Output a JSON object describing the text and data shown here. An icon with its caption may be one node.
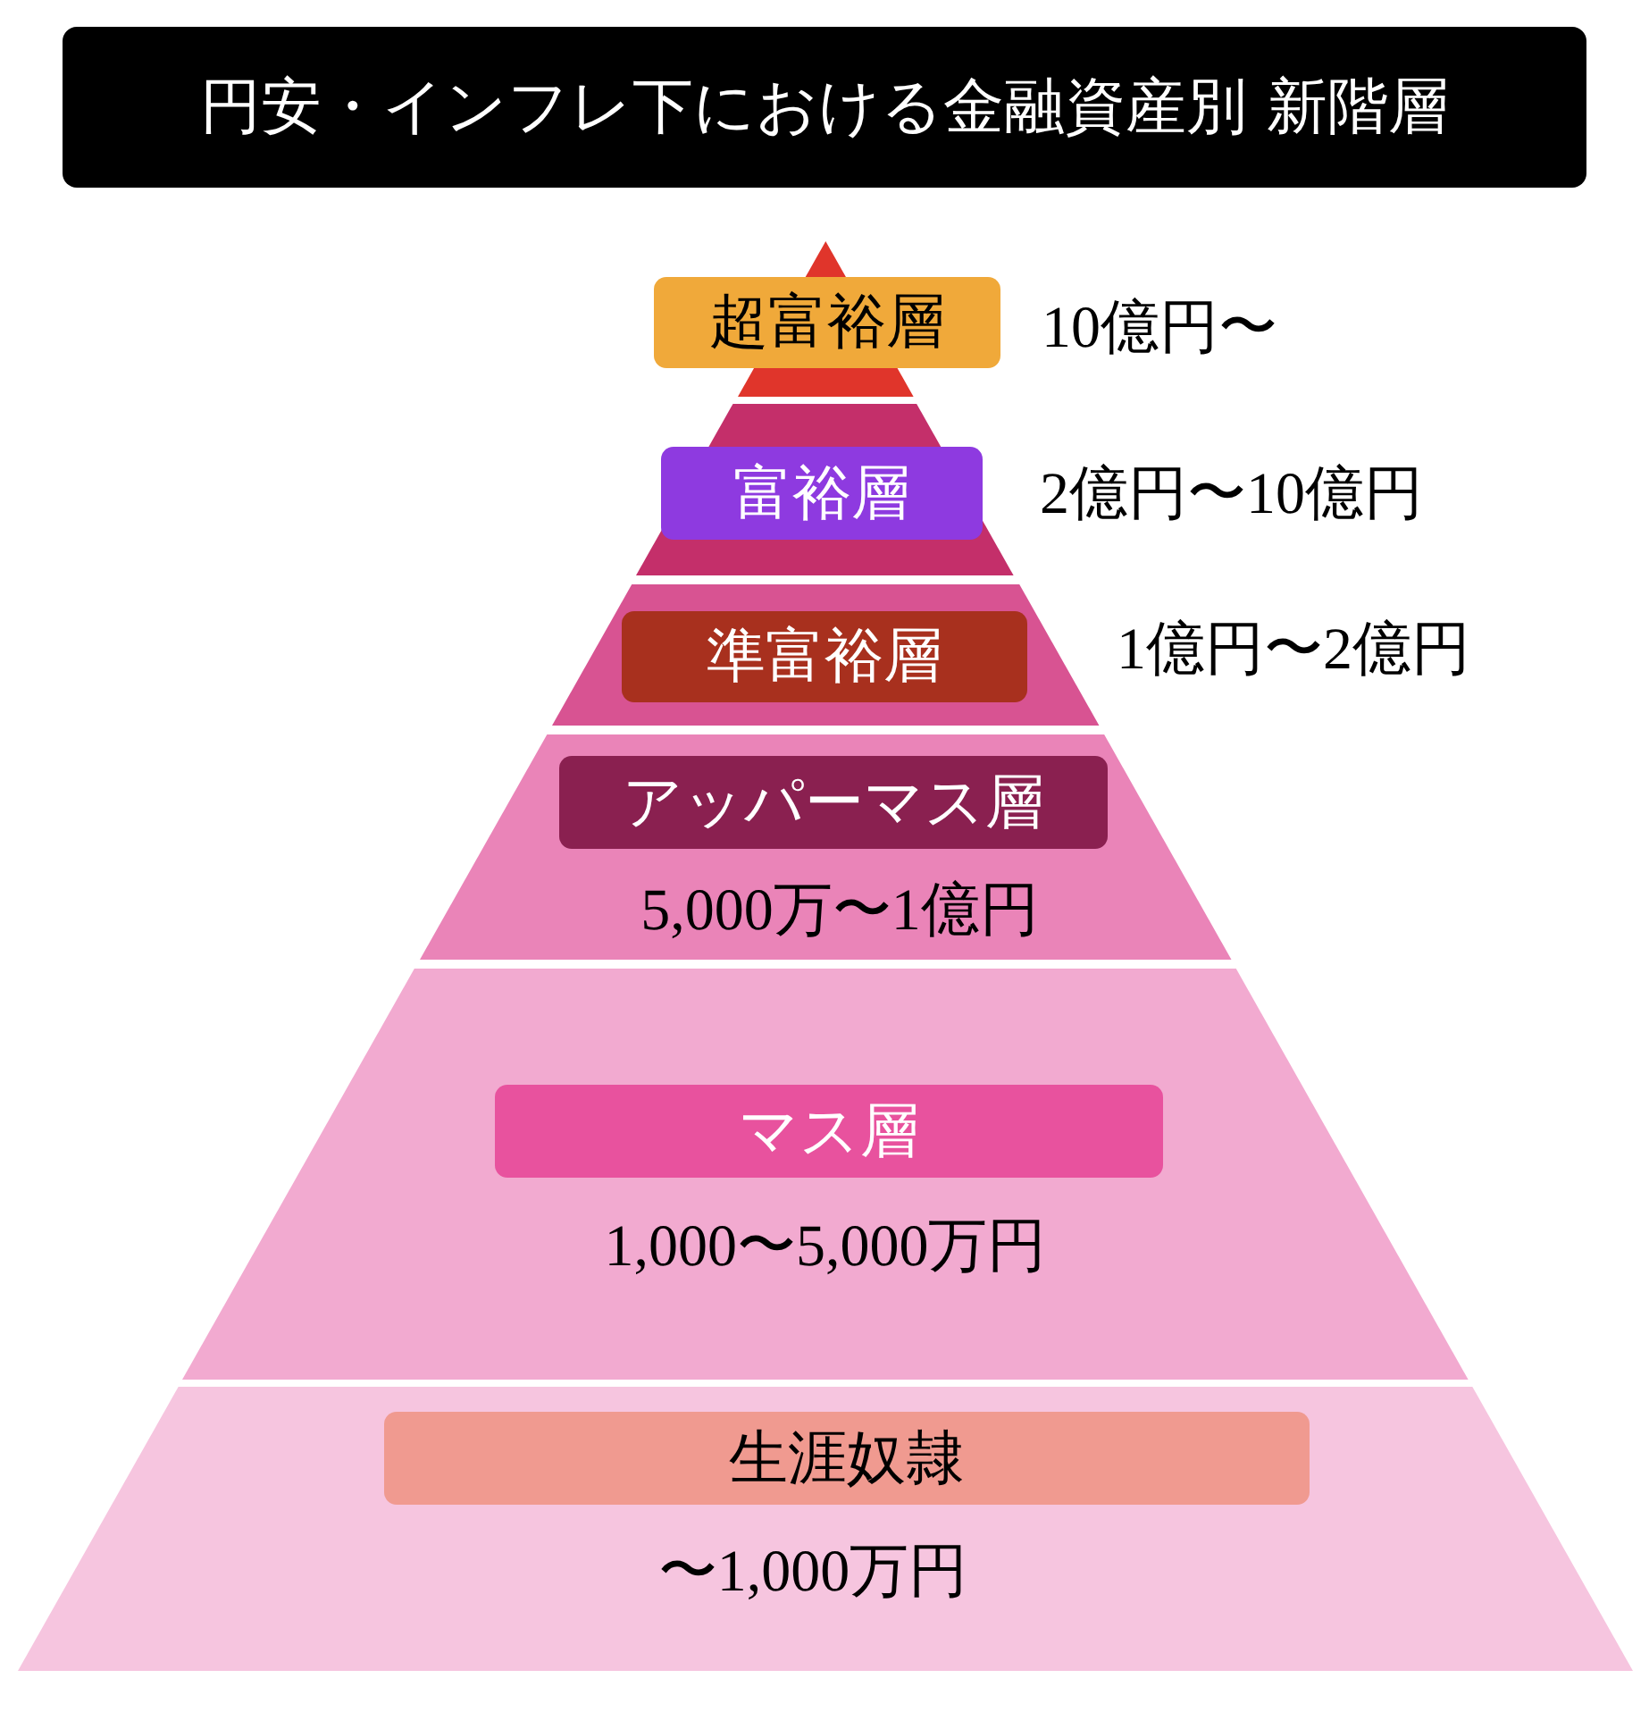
{
  "diagram": {
    "title": "円安・インフレ下における金融資産別 新階層",
    "nodes": [
      {
        "text": [
          "超富裕層"
        ],
        "beside": [
          "10億円〜"
        ]
      },
      {
        "text": [
          "富裕層"
        ],
        "beside": [
          "2億円〜10億円"
        ]
      },
      {
        "text": [
          "準富裕層"
        ],
        "beside": [
          "1億円〜2億円"
        ]
      },
      {
        "text": [
          "アッパーマス層",
          "5,000万〜1億円"
        ]
      },
      {
        "text": [
          "マス層",
          "1,000〜5,000万円"
        ]
      },
      {
        "text": [
          "生涯奴隷",
          "〜1,000万円"
        ]
      }
    ],
    "edges": []
  }
}
